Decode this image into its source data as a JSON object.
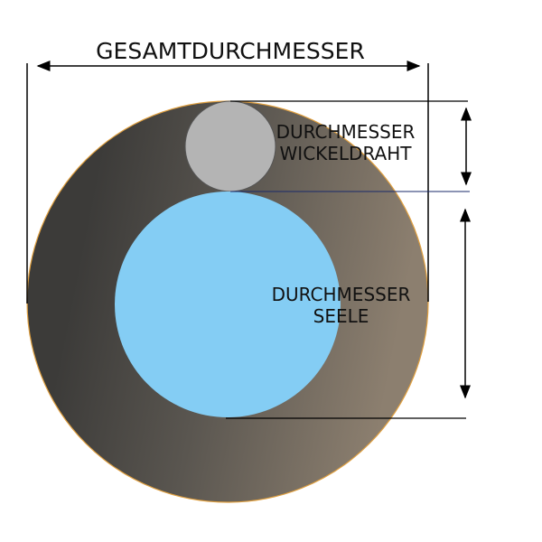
{
  "labels": {
    "overall_diameter": "GESAMTDURCHMESSER",
    "wire_diameter_line1": "DURCHMESSER",
    "wire_diameter_line2": "WICKELDRAHT",
    "core_diameter_line1": "DURCHMESSER",
    "core_diameter_line2": "SEELE"
  },
  "colors": {
    "outer_dark": "#3c3b39",
    "outer_light": "#8c7f6f",
    "outer_border": "#e0a040",
    "wire": "#b4b4b4",
    "core": "#84cdf4",
    "line": "#000000"
  }
}
